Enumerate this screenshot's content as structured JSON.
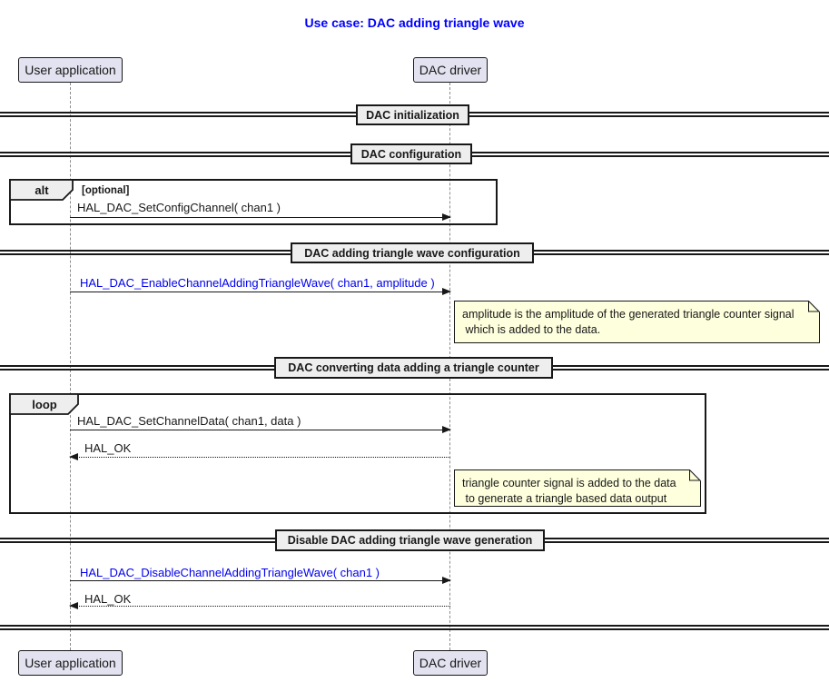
{
  "diagram": {
    "title": "Use case: DAC adding triangle wave"
  },
  "participants": {
    "user_app": "User application",
    "dac_driver": "DAC driver"
  },
  "dividers": {
    "d1": "DAC initialization",
    "d2": "DAC configuration",
    "d3": "DAC adding triangle wave configuration",
    "d4": "DAC converting data adding a triangle counter",
    "d5": "Disable DAC adding triangle wave generation"
  },
  "frames": {
    "alt_label": "alt",
    "alt_guard": "[optional]",
    "loop_label": "loop"
  },
  "messages": {
    "m1": "HAL_DAC_SetConfigChannel( chan1 )",
    "m2": "HAL_DAC_EnableChannelAddingTriangleWave( chan1, amplitude )",
    "m3": "HAL_DAC_SetChannelData( chan1, data )",
    "m4": "HAL_OK",
    "m5": "HAL_DAC_DisableChannelAddingTriangleWave( chan1 )",
    "m6": "HAL_OK"
  },
  "notes": {
    "n1_line1": "amplitude is the amplitude of the generated triangle counter signal",
    "n1_line2": " which is added to the data.",
    "n2_line1": "triangle counter signal is added to the data",
    "n2_line2": " to generate a triangle based data output"
  },
  "colors": {
    "title_blue": "#0000FF",
    "link_blue": "#0000EE",
    "participant_fill": "#E2E2F0",
    "divider_fill": "#EEEEEE",
    "note_fill": "#FEFFDD",
    "line_dark": "#181818"
  }
}
